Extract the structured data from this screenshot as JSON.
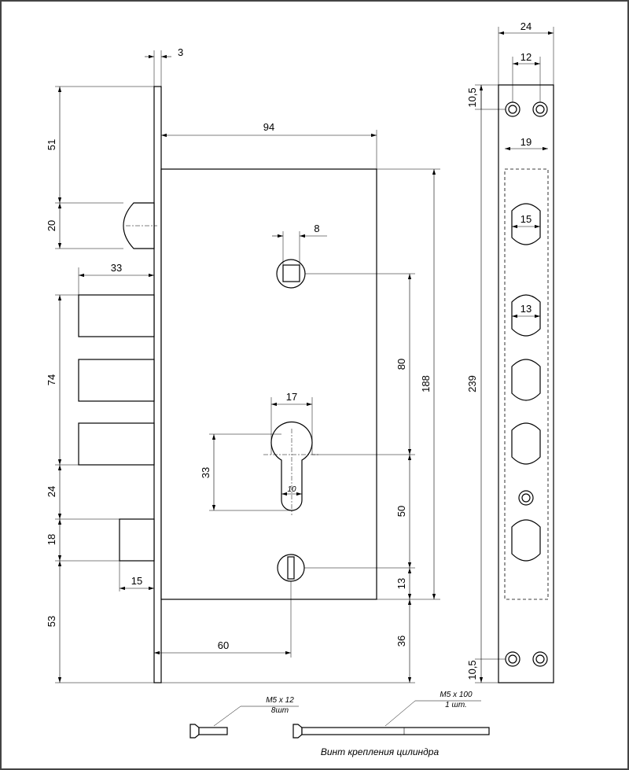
{
  "dimensions": {
    "faceplate_thickness": "3",
    "top_to_latch": "51",
    "latch_height": "20",
    "bolt_projection": "33",
    "bolts_span": "74",
    "bolts_to_catch": "24",
    "catch_height": "18",
    "catch_projection": "15",
    "catch_to_bottom": "53",
    "body_width": "94",
    "spindle_square": "8",
    "spindle_to_cylinder": "80",
    "body_height": "188",
    "cylinder_width": "17",
    "cylinder_height": "33",
    "cylinder_slot": "10",
    "cylinder_to_lower": "50",
    "lower_to_body_bottom": "13",
    "backset": "60",
    "body_bottom_to_plate": "36",
    "strike_width": "24",
    "strike_hole_spacing": "12",
    "strike_top_hole_offset": "10,5",
    "strike_pocket_width": "19",
    "strike_pocket_15": "15",
    "strike_pocket_13": "13",
    "strike_length": "239",
    "strike_bottom_hole_offset": "10,5"
  },
  "screws": {
    "short_spec": "M5 x 12",
    "short_qty": "8шт",
    "long_spec": "M5 x 100",
    "long_qty": "1 шт.",
    "caption": "Винт крепления цилиндра"
  }
}
